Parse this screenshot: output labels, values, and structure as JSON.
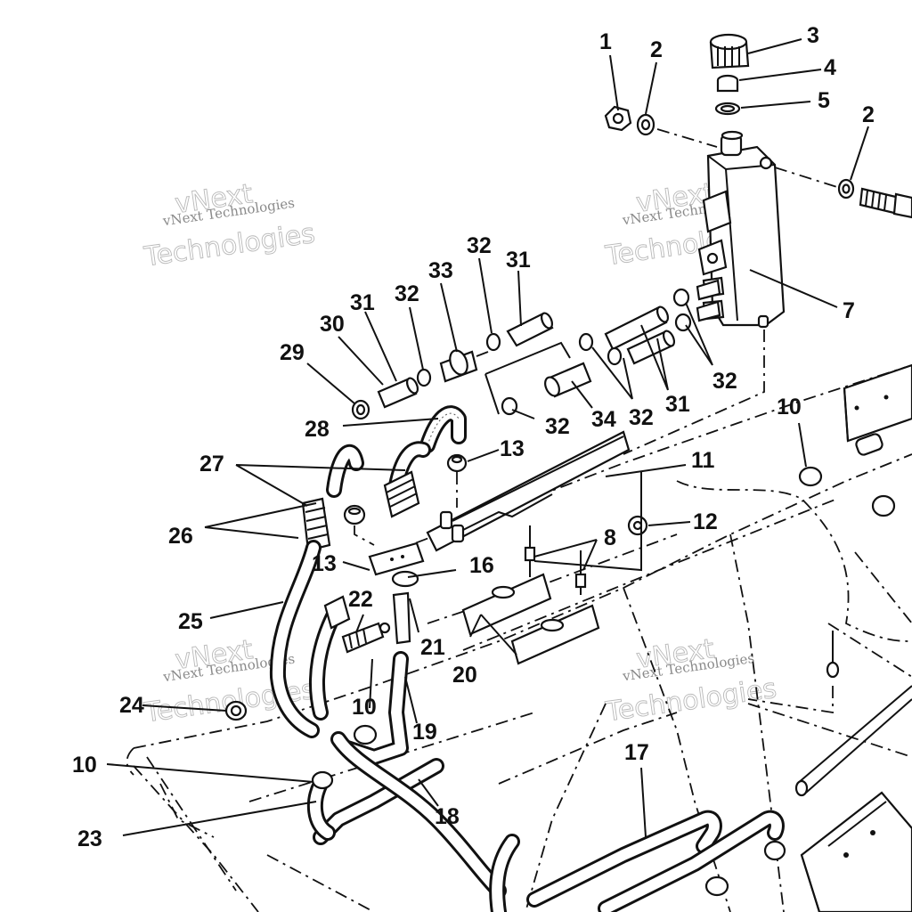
{
  "watermark": {
    "small_text": "vNext Technologies",
    "large_text_1": "vNext",
    "large_text_2": "Technologies"
  },
  "callouts": [
    {
      "id": "c1",
      "text": "1"
    },
    {
      "id": "c2a",
      "text": "2"
    },
    {
      "id": "c3",
      "text": "3"
    },
    {
      "id": "c4",
      "text": "4"
    },
    {
      "id": "c5",
      "text": "5"
    },
    {
      "id": "c2b",
      "text": "2"
    },
    {
      "id": "c7",
      "text": "7"
    },
    {
      "id": "c32a",
      "text": "32"
    },
    {
      "id": "c31a",
      "text": "31"
    },
    {
      "id": "c33",
      "text": "33"
    },
    {
      "id": "c31b",
      "text": "31"
    },
    {
      "id": "c32b",
      "text": "32"
    },
    {
      "id": "c30",
      "text": "30"
    },
    {
      "id": "c29",
      "text": "29"
    },
    {
      "id": "c32c",
      "text": "32"
    },
    {
      "id": "c32d",
      "text": "32"
    },
    {
      "id": "c34",
      "text": "34"
    },
    {
      "id": "c32e",
      "text": "32"
    },
    {
      "id": "c31c",
      "text": "31"
    },
    {
      "id": "c10a",
      "text": "10"
    },
    {
      "id": "c28",
      "text": "28"
    },
    {
      "id": "c13a",
      "text": "13"
    },
    {
      "id": "c27",
      "text": "27"
    },
    {
      "id": "c11",
      "text": "11"
    },
    {
      "id": "c12",
      "text": "12"
    },
    {
      "id": "c26",
      "text": "26"
    },
    {
      "id": "c8",
      "text": "8"
    },
    {
      "id": "c13b",
      "text": "13"
    },
    {
      "id": "c16",
      "text": "16"
    },
    {
      "id": "c25",
      "text": "25"
    },
    {
      "id": "c22",
      "text": "22"
    },
    {
      "id": "c21",
      "text": "21"
    },
    {
      "id": "c20",
      "text": "20"
    },
    {
      "id": "c24",
      "text": "24"
    },
    {
      "id": "c10b",
      "text": "10"
    },
    {
      "id": "c19",
      "text": "19"
    },
    {
      "id": "c10c",
      "text": "10"
    },
    {
      "id": "c17",
      "text": "17"
    },
    {
      "id": "c18",
      "text": "18"
    },
    {
      "id": "c23",
      "text": "23"
    }
  ]
}
